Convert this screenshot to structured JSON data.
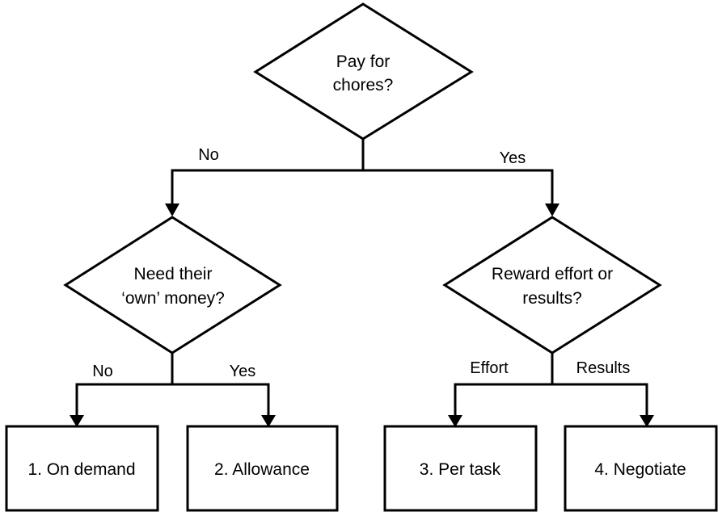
{
  "colors": {
    "stroke": "#000000",
    "fill": "#ffffff",
    "text": "#000000"
  },
  "decisions": {
    "root": {
      "line1": "Pay for",
      "line2": "chores?"
    },
    "left": {
      "line1": "Need their",
      "line2": "‘own’ money?"
    },
    "right": {
      "line1": "Reward effort or",
      "line2": "results?"
    }
  },
  "edges": {
    "root_no": "No",
    "root_yes": "Yes",
    "left_no": "No",
    "left_yes": "Yes",
    "right_effort": "Effort",
    "right_results": "Results"
  },
  "outcomes": {
    "on_demand": "1. On demand",
    "allowance": "2. Allowance",
    "per_task": "3. Per task",
    "negotiate": "4. Negotiate"
  }
}
